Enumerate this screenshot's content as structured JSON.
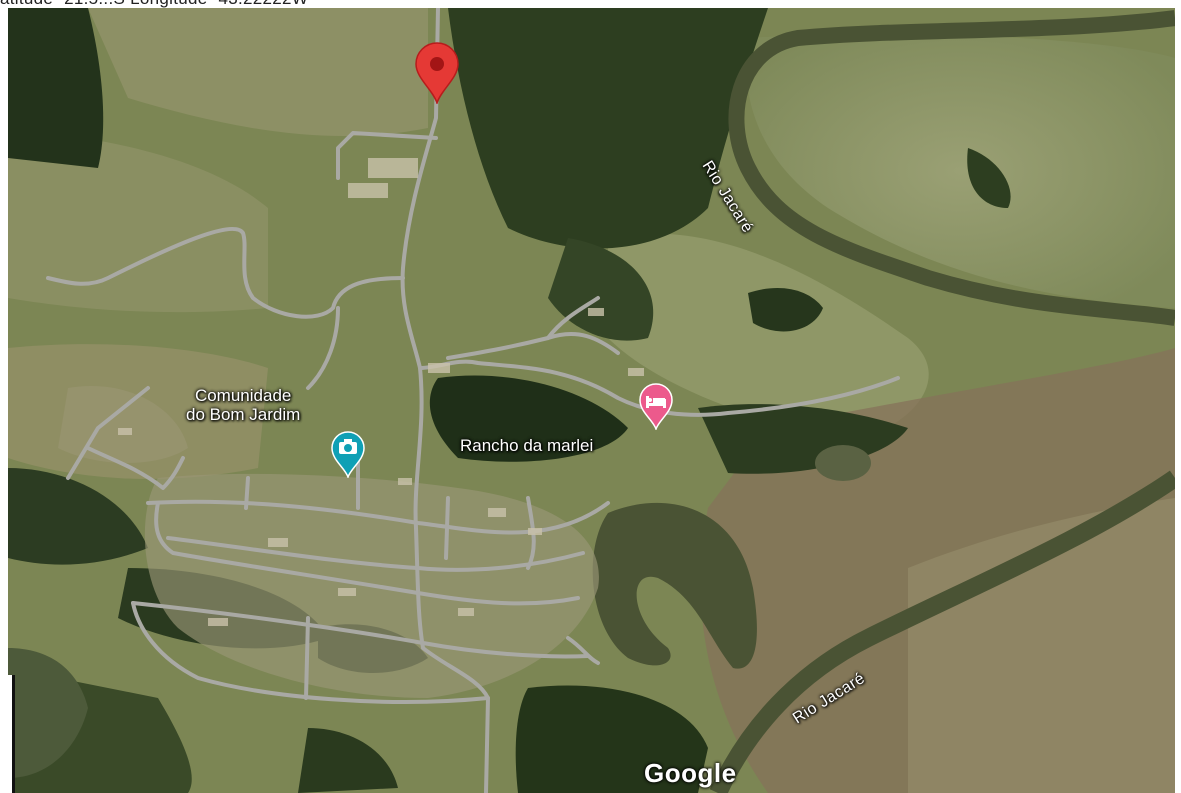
{
  "coords_text": "atitude -21.5...S Longitude -43.22222W",
  "labels": {
    "community_line1": "Comunidade",
    "community_line2": "do Bom Jardim",
    "rancho": "Rancho da marlei",
    "river_top": "Rio Jacaré",
    "river_bottom": "Rio Jacaré",
    "attribution": "Google"
  },
  "markers": {
    "location_pin_color": "#e53935",
    "camera_pin_color": "#0fa0b5",
    "hotel_pin_color": "#ec5a8c"
  },
  "colors": {
    "forest": "#2f3f22",
    "field": "#8c9468",
    "road": "#a9a9a4",
    "water": "#475232"
  }
}
